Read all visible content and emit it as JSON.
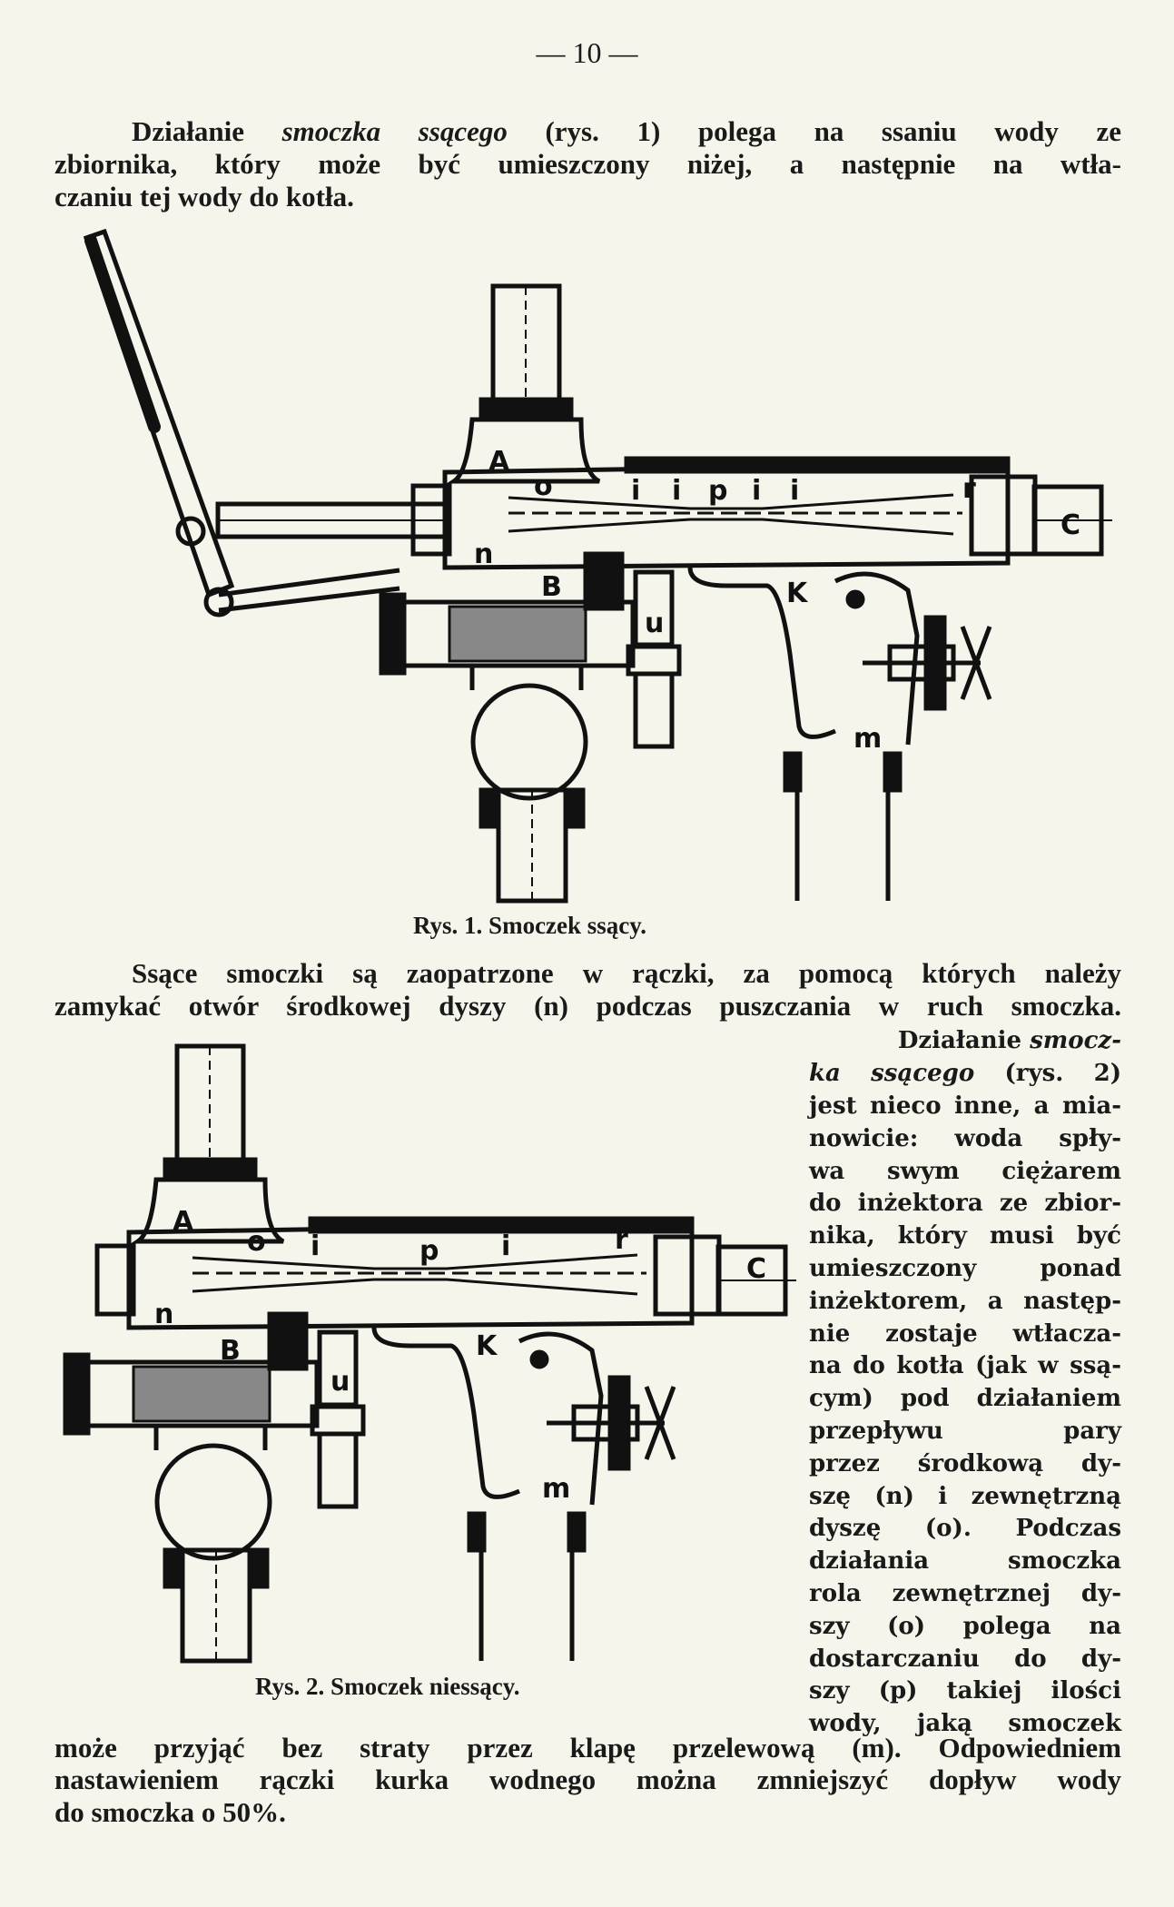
{
  "page_number": "— 10 —",
  "paragraph1": {
    "line1_a": "Działanie ",
    "line1_em": "smoczka ssącego",
    "line1_b": " (rys. 1) polega na ssaniu wody ze",
    "line2": "zbiornika, który może być umieszczony niżej, a następnie na wtła-",
    "line3": "czaniu tej wody do kotła."
  },
  "figure1": {
    "caption": "Rys. 1.  Smoczek ssący.",
    "labels": [
      "A",
      "o",
      "i",
      "i",
      "p",
      "i",
      "i",
      "r",
      "C",
      "n",
      "B",
      "u",
      "K",
      "m"
    ]
  },
  "paragraph2": {
    "line1": "Ssące smoczki są zaopatrzone w rączki, za pomocą których należy",
    "line2": "zamykać otwór środkowej dyszy (n) podczas puszczania w ruch smoczka."
  },
  "right_column": {
    "line1_a": "Działanie ",
    "line1_em": "smocz-",
    "line2_em": "ka ssącego",
    "line2_b": " (rys. 2)",
    "lines": [
      "jest nieco inne, a mia-",
      "nowicie: woda spły-",
      "wa swym ciężarem",
      "do inżektora ze zbior-",
      "nika, który musi być",
      "umieszczony ponad",
      "inżektorem, a następ-",
      "nie zostaje wtłacza-",
      "na do kotła (jak w ssą-",
      "cym) pod działaniem",
      "przepływu pary",
      "przez środkową dy-",
      "szę (n) i zewnętrzną",
      "dyszę (o). Podczas",
      "działania smoczka",
      "rola zewnętrznej dy-",
      "szy (o) polega na",
      "dostarczaniu do dy-",
      "szy (p) takiej ilości",
      "wody, jaką smoczek"
    ]
  },
  "figure2": {
    "caption": "Rys. 2.  Smoczek niessący.",
    "labels": [
      "A",
      "o",
      "i",
      "p",
      "i",
      "r",
      "C",
      "n",
      "B",
      "u",
      "K",
      "m"
    ]
  },
  "paragraph3": {
    "line1": "może przyjąć bez straty przez klapę przelewową (m). Odpowiedniem",
    "line2": "nastawieniem rączki kurka wodnego można zmniejszyć dopływ wody",
    "line3": "do smoczka o 50%."
  }
}
